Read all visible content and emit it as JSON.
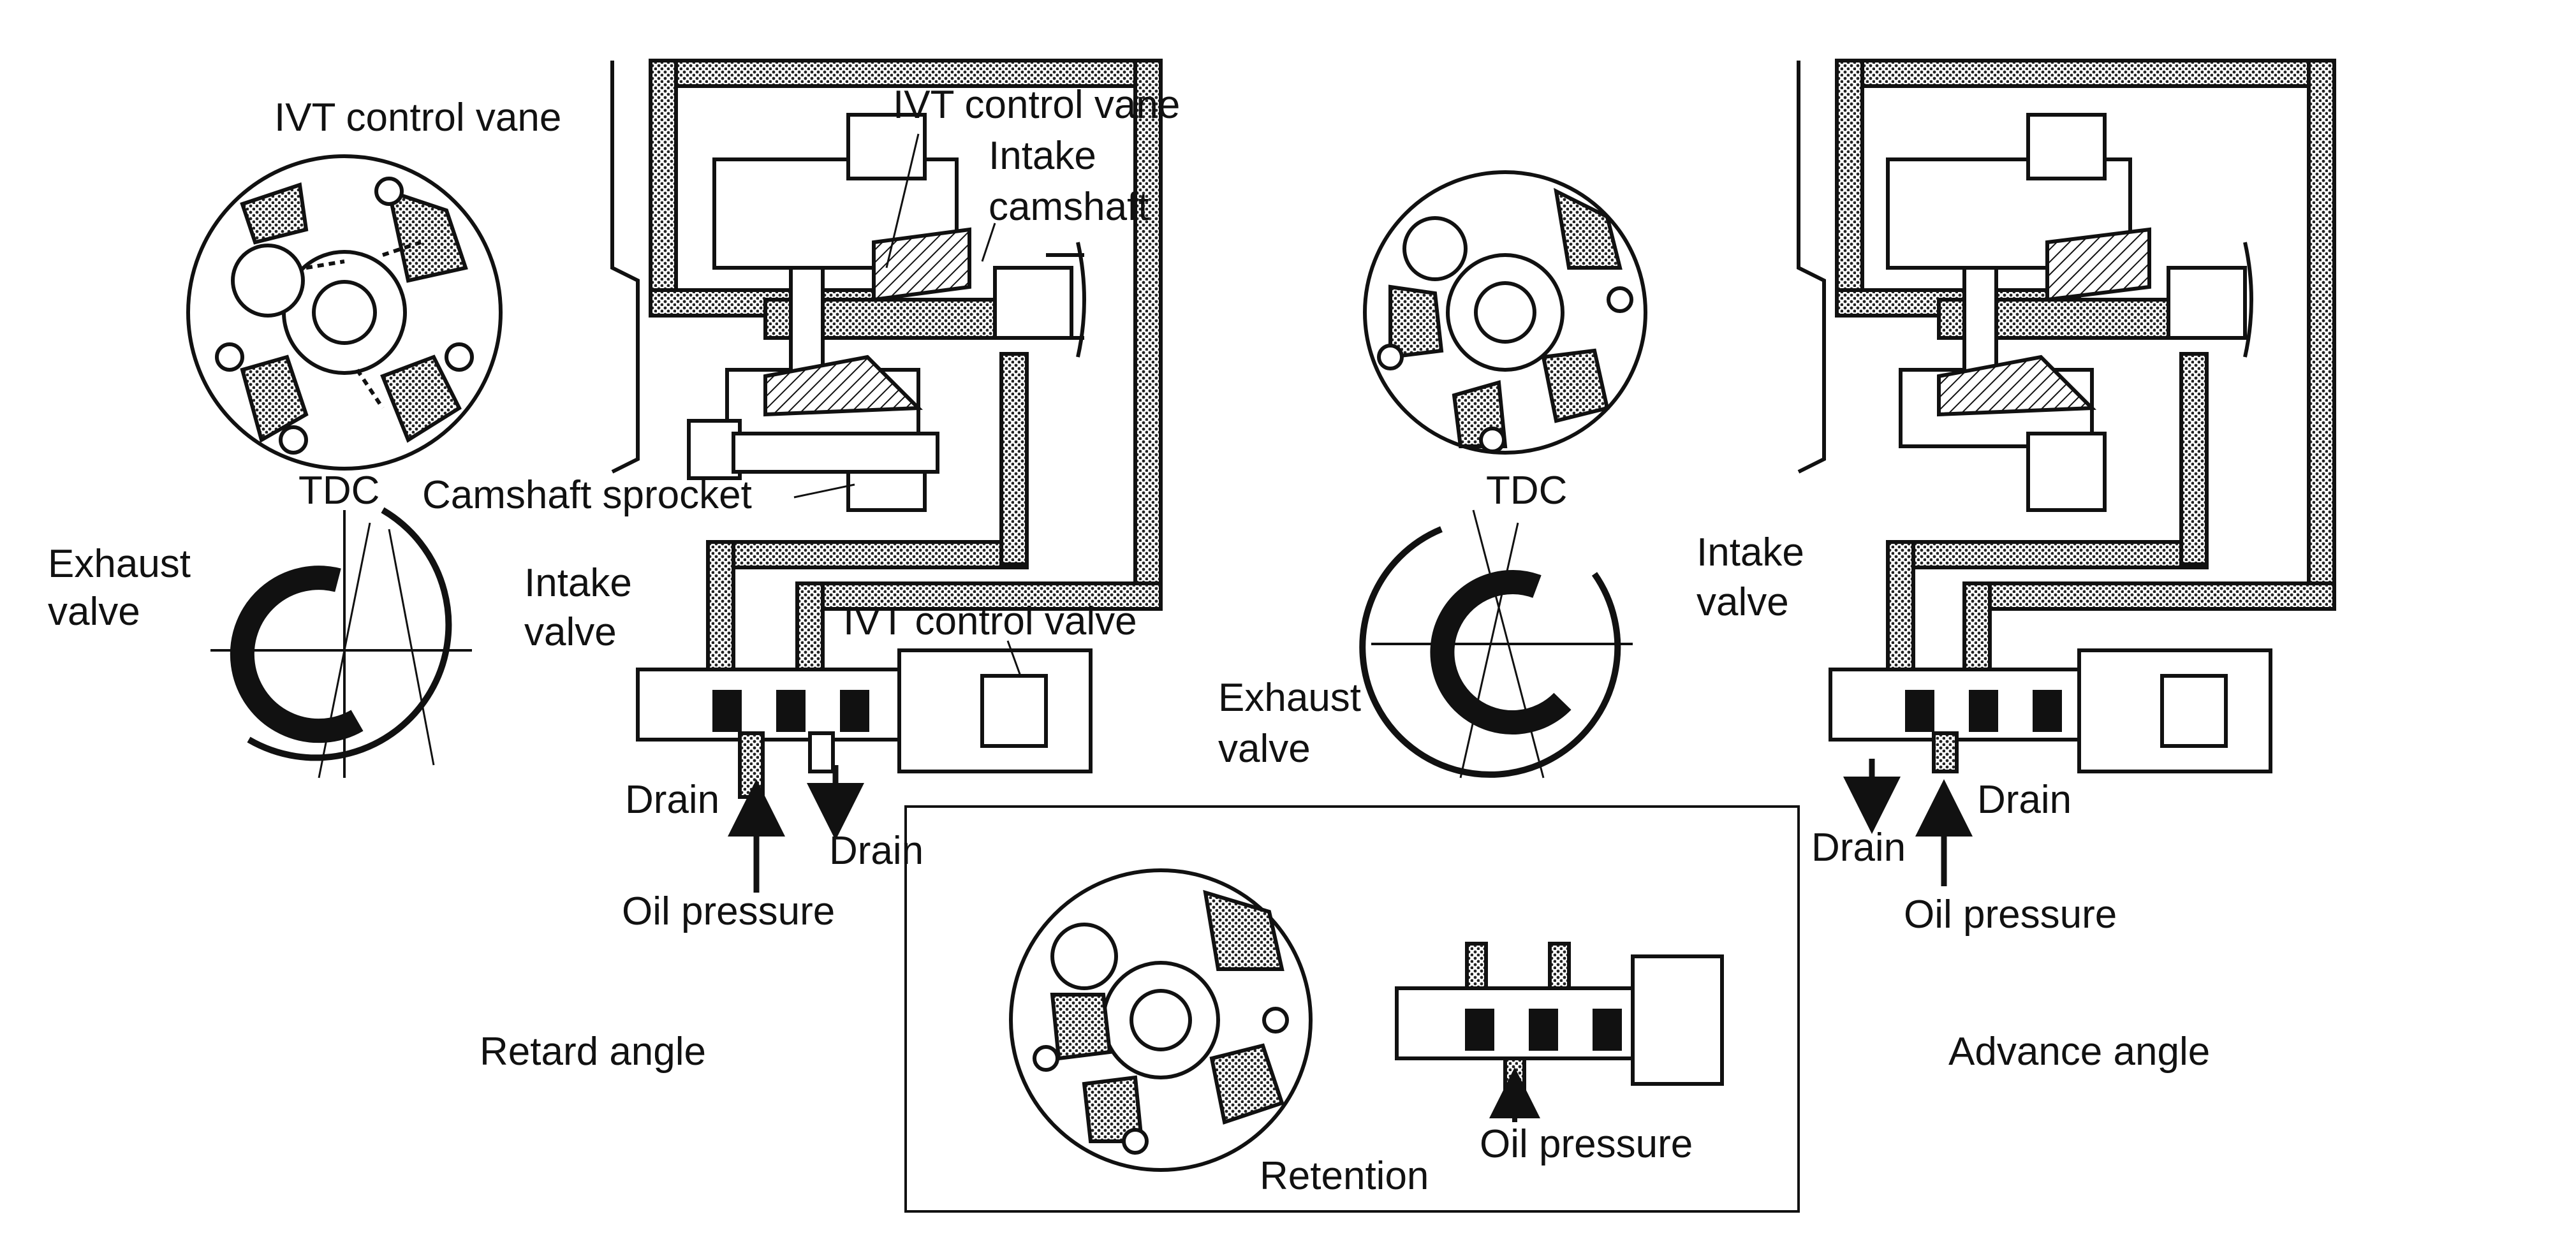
{
  "retard": {
    "vane_label": "IVT control vane",
    "tdc": "TDC",
    "exhaust_line1": "Exhaust",
    "exhaust_line2": "valve",
    "intake_line1": "Intake",
    "intake_line2": "valve",
    "angle_label": "Retard angle"
  },
  "center": {
    "vane_label": "IVT control vane",
    "camshaft_line1": "Intake",
    "camshaft_line2": "camshaft",
    "sprocket_label": "Camshaft sprocket",
    "valve_label": "IVT control valve",
    "drain_left": "Drain",
    "drain_right": "Drain",
    "oil_pressure": "Oil pressure"
  },
  "advance": {
    "tdc": "TDC",
    "intake_line1": "Intake",
    "intake_line2": "valve",
    "exhaust_line1": "Exhaust",
    "exhaust_line2": "valve",
    "drain_left": "Drain",
    "drain_right": "Drain",
    "oil_pressure": "Oil pressure",
    "angle_label": "Advance angle"
  },
  "retention": {
    "oil_pressure": "Oil pressure",
    "label": "Retention"
  },
  "colors": {
    "ink": "#111111",
    "background": "#ffffff",
    "oil_fill": "#8a8a8a"
  }
}
